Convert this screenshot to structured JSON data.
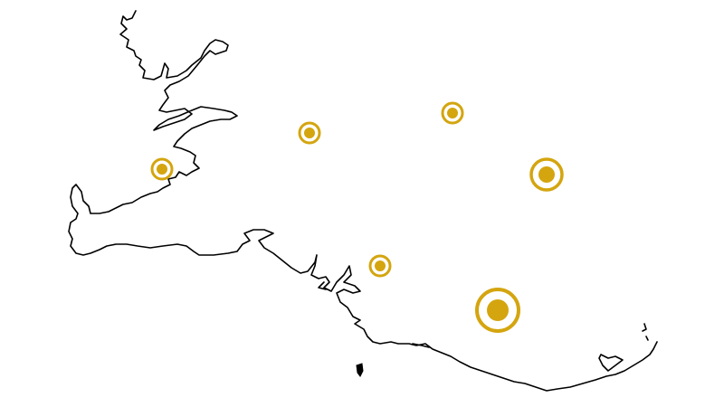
{
  "map": {
    "background_color": "#ffffff",
    "coastline_color": "#000000",
    "marker_color": "#d4a50f",
    "markers": [
      {
        "id": "marker-1",
        "size": "small"
      },
      {
        "id": "marker-2",
        "size": "small"
      },
      {
        "id": "marker-3",
        "size": "small"
      },
      {
        "id": "marker-4",
        "size": "medium"
      },
      {
        "id": "marker-5",
        "size": "small"
      },
      {
        "id": "marker-6",
        "size": "large"
      }
    ]
  }
}
